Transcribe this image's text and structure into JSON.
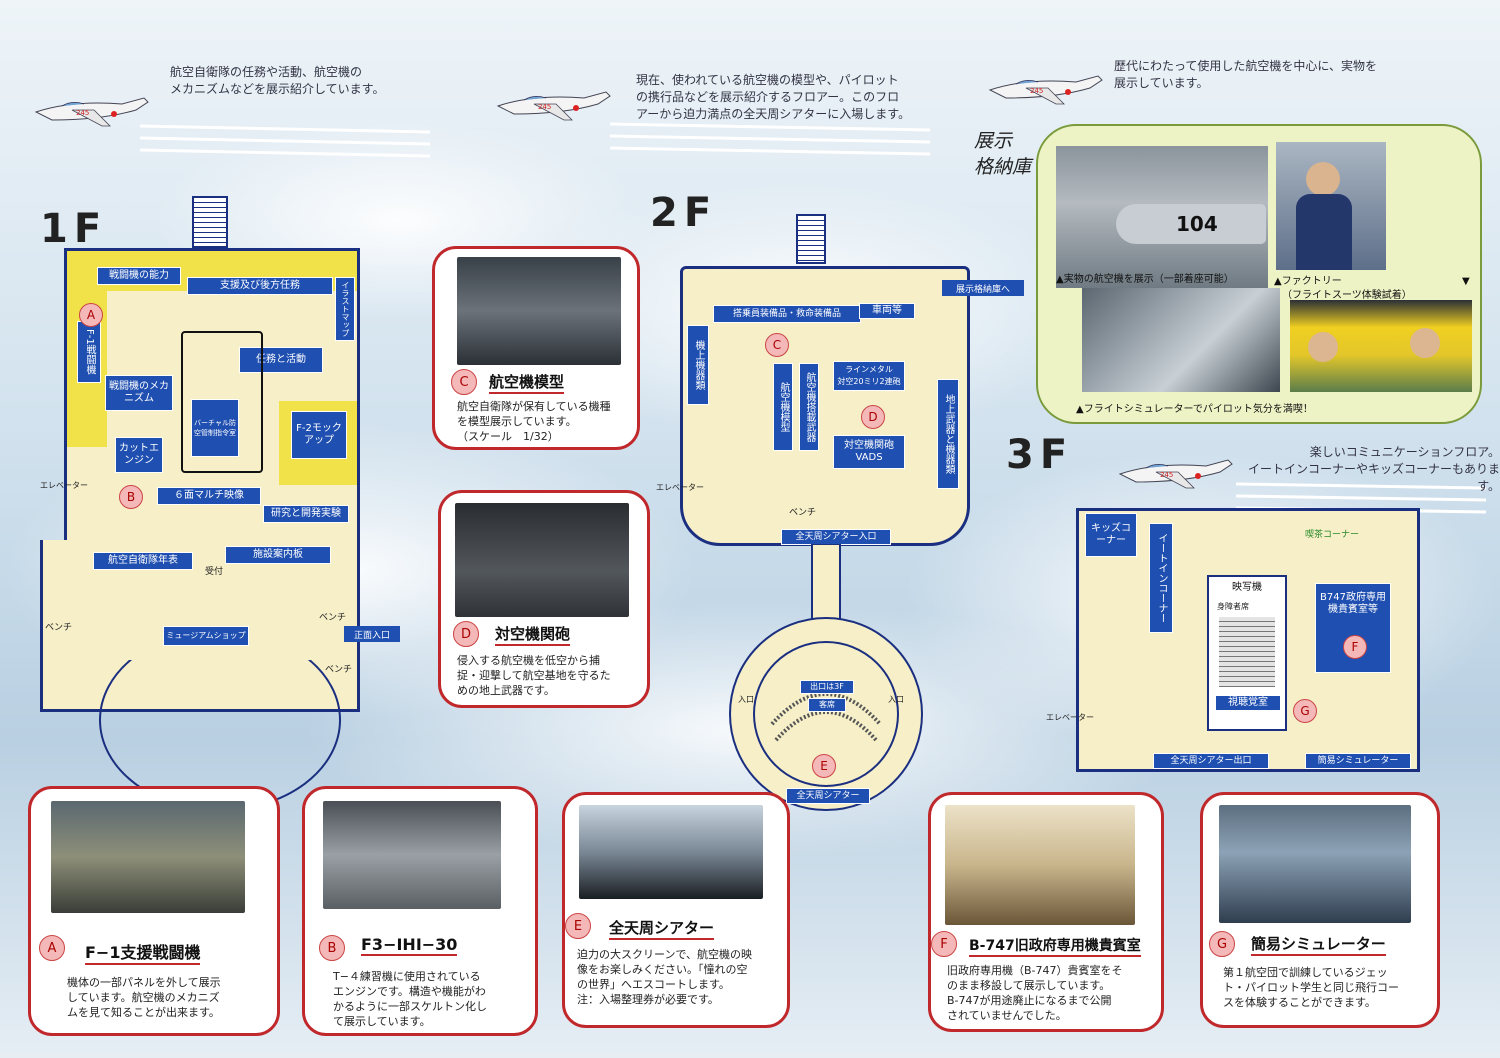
{
  "intros": {
    "f1": [
      "航空自衛隊の任務や活動、航空機の",
      "メカニズムなどを展示紹介しています。"
    ],
    "f2": [
      "現在、使われている航空機の模型や、パイロット",
      "の携行品などを展示紹介するフロアー。このフロ",
      "アーから迫力満点の全天周シアターに入場します。"
    ],
    "hangar": [
      "歴代にわたって使用した航空機を中心に、実物を",
      "展示しています。"
    ],
    "f3": [
      "楽しいコミュニケーションフロア。",
      "イートインコーナーやキッズコーナーもあります。"
    ]
  },
  "floors": {
    "f1": "1F",
    "f2": "2F",
    "f3": "3F"
  },
  "hangar": {
    "title": [
      "展示",
      "格納庫"
    ],
    "captions": [
      "▲実物の航空機を展示（一部着座可能）",
      "▲ファクトリー",
      "（フライトスーツ体験試着）",
      "▼",
      "▲フライトシミュレーターでパイロット気分を満喫！"
    ],
    "plane_number": "104"
  },
  "map1": {
    "rooms": {
      "capability": "戦闘機の能力",
      "support": "支援及び後方任務",
      "illust": "イラストマップ",
      "f1fighter": "F-1戦闘機",
      "mission": "任務と活動",
      "mechanism": "戦闘機のメカニズム",
      "virtual": "バーチャル防空管制指令室",
      "f2mock": "F-2モックアップ",
      "cut": "カットエンジン",
      "multi": "６面マルチ映像",
      "research": "研究と開発実験",
      "history": "航空自衛隊年表",
      "facility": "施設案内板",
      "shop": "ミュージアムショップ",
      "entrance": "正面入口",
      "elevator": "エレベーター",
      "reception": "受付",
      "bench": "ベンチ"
    }
  },
  "map2": {
    "rooms": {
      "crew": "搭乗員装備品・救命装備品",
      "vehicles": "車両等",
      "onboard": "機上機器類",
      "model": "航空機模型",
      "weapons": "航空機搭載武器",
      "rheinmetall": "ラインメタル",
      "rheinmetall_sub": "対空20ミリ2連砲",
      "vads": "対空機関砲",
      "vads_sub": "VADS",
      "ground": "地上武器と機器類",
      "to_hangar": "展示格納庫へ",
      "theater_in": "全天周シアター入口",
      "elevator": "エレベーター",
      "bench": "ベンチ",
      "exit": "出口は3F",
      "seats": "客席",
      "in_left": "入口",
      "in_right": "入口",
      "theater": "全天周シアター"
    }
  },
  "map3": {
    "rooms": {
      "kids": "キッズコーナー",
      "eatin": "イートインコーナー",
      "cafe": "喫茶コーナー",
      "projector": "映写機",
      "seats": "身障者席",
      "b747": "B747政府専用機貴賓室等",
      "av": "視聴覚室",
      "elevator": "エレベーター",
      "theater_out": "全天周シアター出口",
      "simulator": "簡易シミュレーター"
    }
  },
  "markers": {
    "a": "A",
    "b": "B",
    "c": "C",
    "d": "D",
    "e": "E",
    "f": "F",
    "g": "G"
  },
  "cards": {
    "c": {
      "title": "航空機模型",
      "desc": [
        "航空自衛隊が保有している機種",
        "を模型展示しています。",
        "（スケール　1/32）"
      ]
    },
    "d": {
      "title": "対空機関砲",
      "desc": [
        "侵入する航空機を低空から捕",
        "捉・迎撃して航空基地を守るた",
        "めの地上武器です。"
      ]
    },
    "a": {
      "title": "F−1支援戦闘機",
      "desc": [
        "機体の一部パネルを外して展示",
        "しています。航空機のメカニズ",
        "ムを見て知ることが出来ます。"
      ]
    },
    "b": {
      "title": "F3−IHI−30",
      "desc": [
        "T−４練習機に使用されている",
        "エンジンです。構造や機能がわ",
        "かるように一部スケルトン化し",
        "て展示しています。"
      ]
    },
    "e": {
      "title": "全天周シアター",
      "desc": [
        "迫力の大スクリーンで、航空機の映",
        "像をお楽しみください。「憧れの空",
        "の世界」へエスコートします。",
        "注：入場整理券が必要です。"
      ]
    },
    "f": {
      "title": "B-747旧政府専用機貴賓室",
      "desc": [
        "旧政府専用機（B-747）貴賓室をそ",
        "のまま移設して展示しています。",
        "B-747が用途廃止になるまで公開",
        "されていませんでした。"
      ]
    },
    "g": {
      "title": "簡易シミュレーター",
      "desc": [
        "第１航空団で訓練しているジェッ",
        "ト・パイロット学生と同じ飛行コー",
        "スを体験することができます。"
      ]
    }
  },
  "plane_markings": "245",
  "colors": {
    "map_floor": "#f6efc8",
    "room_blue": "#1f4fb0",
    "card_red": "#c0282b",
    "highlight_yellow": "#f1e24a",
    "hangar_bg": "#eef3c6"
  }
}
